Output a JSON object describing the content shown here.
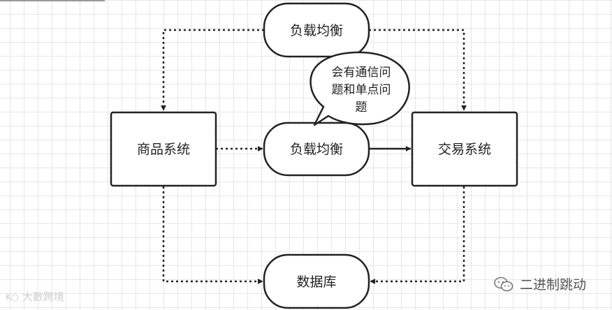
{
  "nodes": {
    "lb_top": "负载均衡",
    "goods": "商品系统",
    "lb_mid": "负载均衡",
    "trade": "交易系统",
    "db": "数据库"
  },
  "callout": {
    "lines": [
      "会有通信问",
      "题和单点问",
      "题"
    ]
  },
  "watermarks": {
    "left": "大數跨境",
    "right": "二进制跳动"
  },
  "colors": {
    "stroke": "#222222",
    "grid": "#e6e6e6"
  }
}
